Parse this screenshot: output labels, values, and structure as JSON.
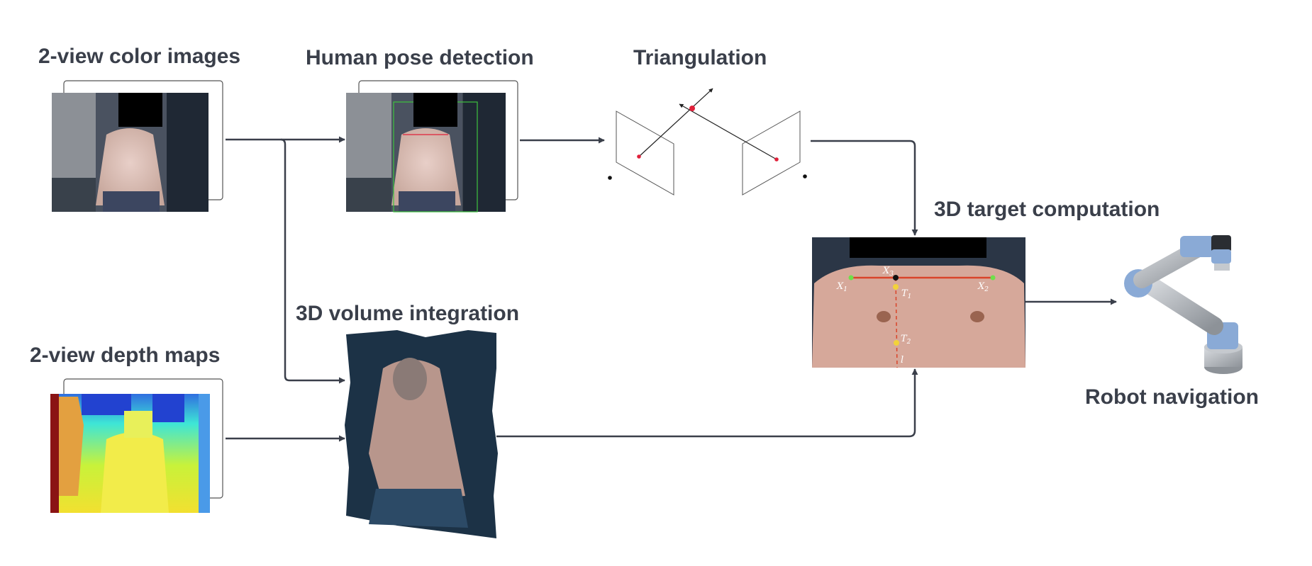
{
  "labels": {
    "color_images": "2-view color images",
    "pose_detection": "Human pose detection",
    "triangulation": "Triangulation",
    "depth_maps": "2-view depth maps",
    "volume_integration": "3D volume integration",
    "target_computation": "3D target computation",
    "robot_navigation": "Robot navigation"
  },
  "annotations": {
    "x1": "X",
    "x1_sub": "1",
    "x2": "X",
    "x2_sub": "2",
    "x3": "X",
    "x3_sub": "3",
    "t1": "T",
    "t1_sub": "1",
    "t2": "T",
    "t2_sub": "2",
    "l": "l"
  },
  "colors": {
    "text": "#3a3f4a",
    "arrow": "#3a3f4a",
    "keypoint": "#e0203a",
    "shoulder_line": "#d9442a",
    "shoulder_point": "#6ee04a",
    "target_point": "#f2d23a",
    "robot_link": "#b8bcc2",
    "robot_joint": "#8aaad6"
  }
}
